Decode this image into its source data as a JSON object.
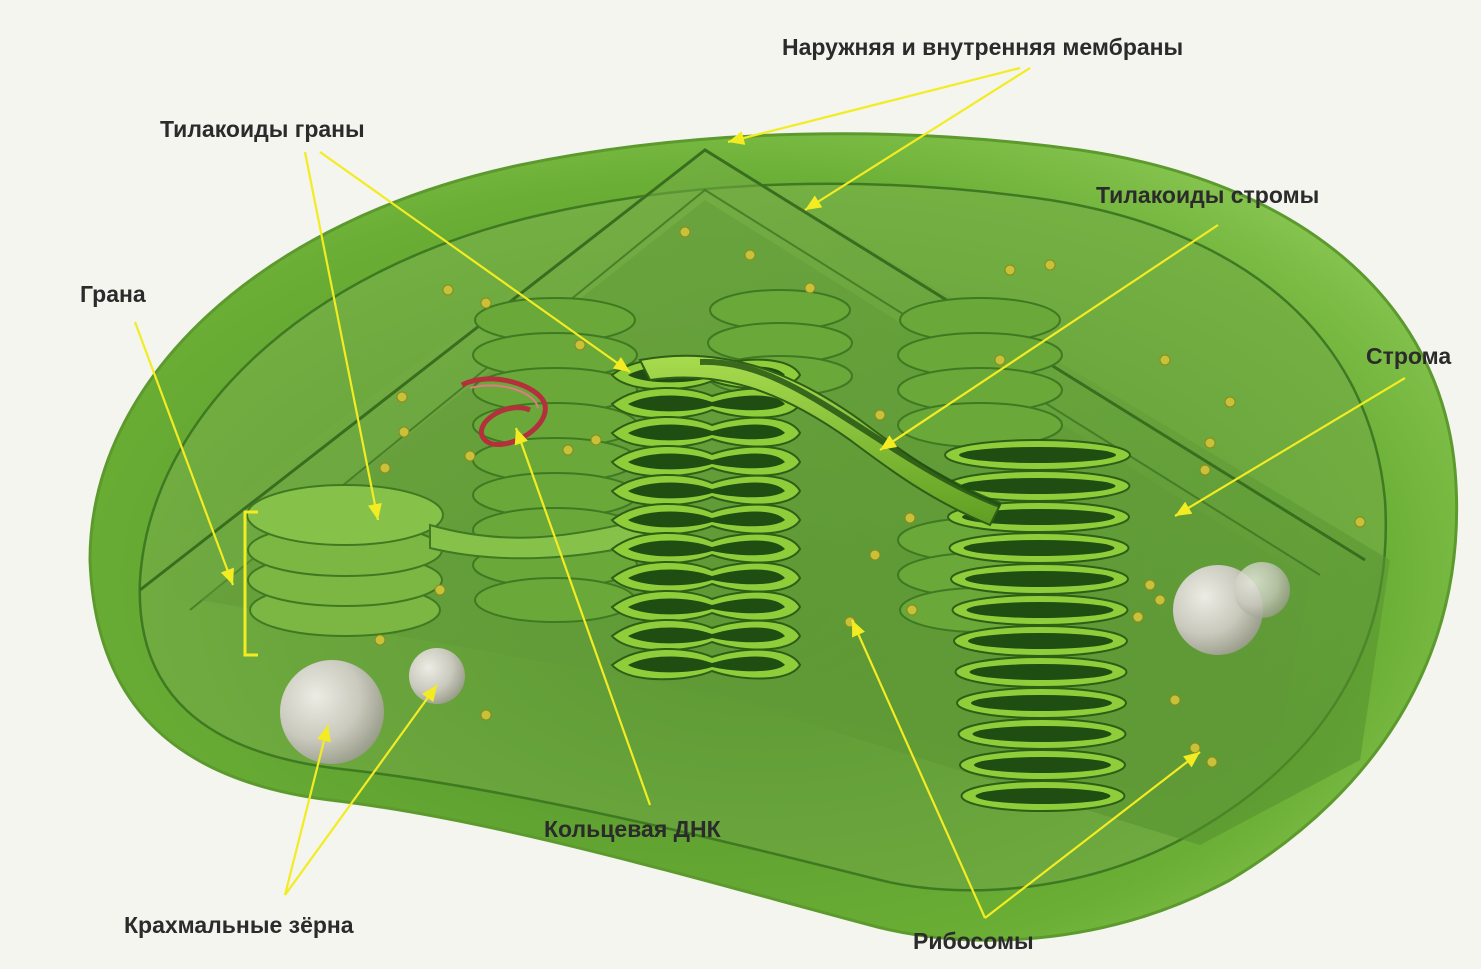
{
  "labels": {
    "membranes": "Наружняя и внутренняя мембраны",
    "grana_thylakoids": "Тилакоиды граны",
    "stroma_thylakoids": "Тилакоиды стромы",
    "granum": "Грана",
    "stroma": "Строма",
    "circular_dna": "Кольцевая ДНК",
    "starch_grains": "Крахмальные зёрна",
    "ribosomes": "Рибосомы"
  },
  "colors": {
    "background": "#f3f5ee",
    "outer_membrane": "#6fb23a",
    "inner_body": "#5e9a36",
    "thylakoid_light": "#8fce3a",
    "thylakoid_dark": "#1f4d12",
    "leader_line": "#f3ec22",
    "dna": "#b3303c",
    "starch_grain": "#c9c9bd",
    "ribosome": "#c7c23a"
  }
}
